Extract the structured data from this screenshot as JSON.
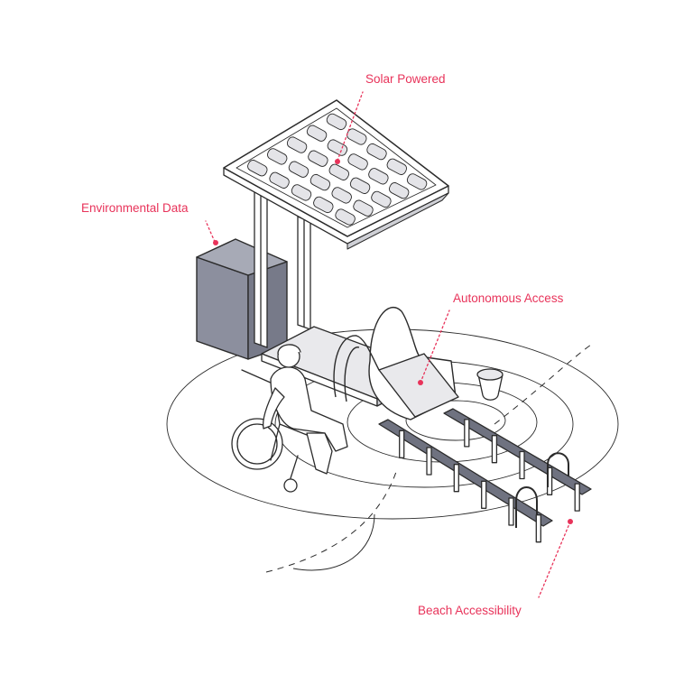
{
  "accent_color": "#e8335a",
  "line_color": "#2b2b2b",
  "box_color": "#8c8f9e",
  "callouts": {
    "solar": "Solar Powered",
    "environmental": "Environmental Data",
    "autonomous": "Autonomous Access",
    "beach": "Beach Accessibility"
  },
  "icons": {
    "solar_panel": "solar-panel-icon",
    "data_box": "data-box-icon",
    "wheelchair_user": "wheelchair-user-icon",
    "bucket": "bucket-icon",
    "ramp": "ramp-icon",
    "boarding_chair": "boarding-chair-icon"
  }
}
